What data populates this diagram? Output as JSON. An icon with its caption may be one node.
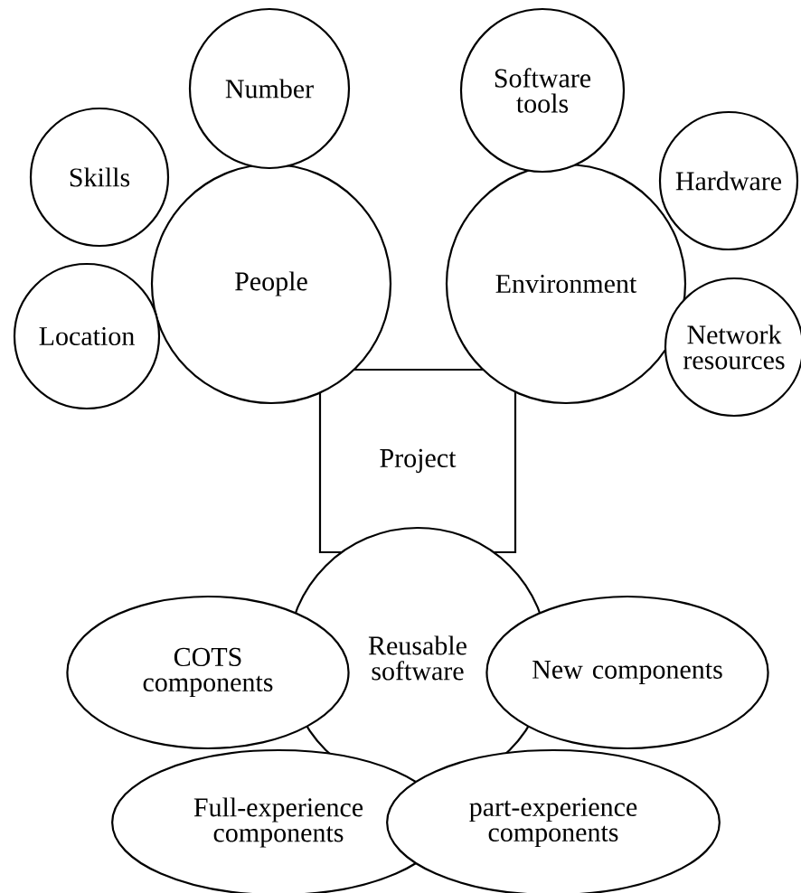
{
  "diagram": {
    "nodes": [
      {
        "text": [
          "Number"
        ]
      },
      {
        "text": [
          "Skills"
        ]
      },
      {
        "text": [
          "People"
        ]
      },
      {
        "text": [
          "Location"
        ]
      },
      {
        "text": [
          "Software tools"
        ]
      },
      {
        "text": [
          "Environment"
        ]
      },
      {
        "text": [
          "Hardware"
        ]
      },
      {
        "text": [
          "Network resources"
        ]
      },
      {
        "text": [
          "Project"
        ]
      },
      {
        "text": [
          "Reusable software"
        ]
      },
      {
        "text": [
          "COTS components"
        ]
      },
      {
        "text": [
          "New components"
        ]
      },
      {
        "text": [
          "Full-experience components"
        ]
      },
      {
        "text": [
          "part-experience components"
        ]
      }
    ]
  }
}
